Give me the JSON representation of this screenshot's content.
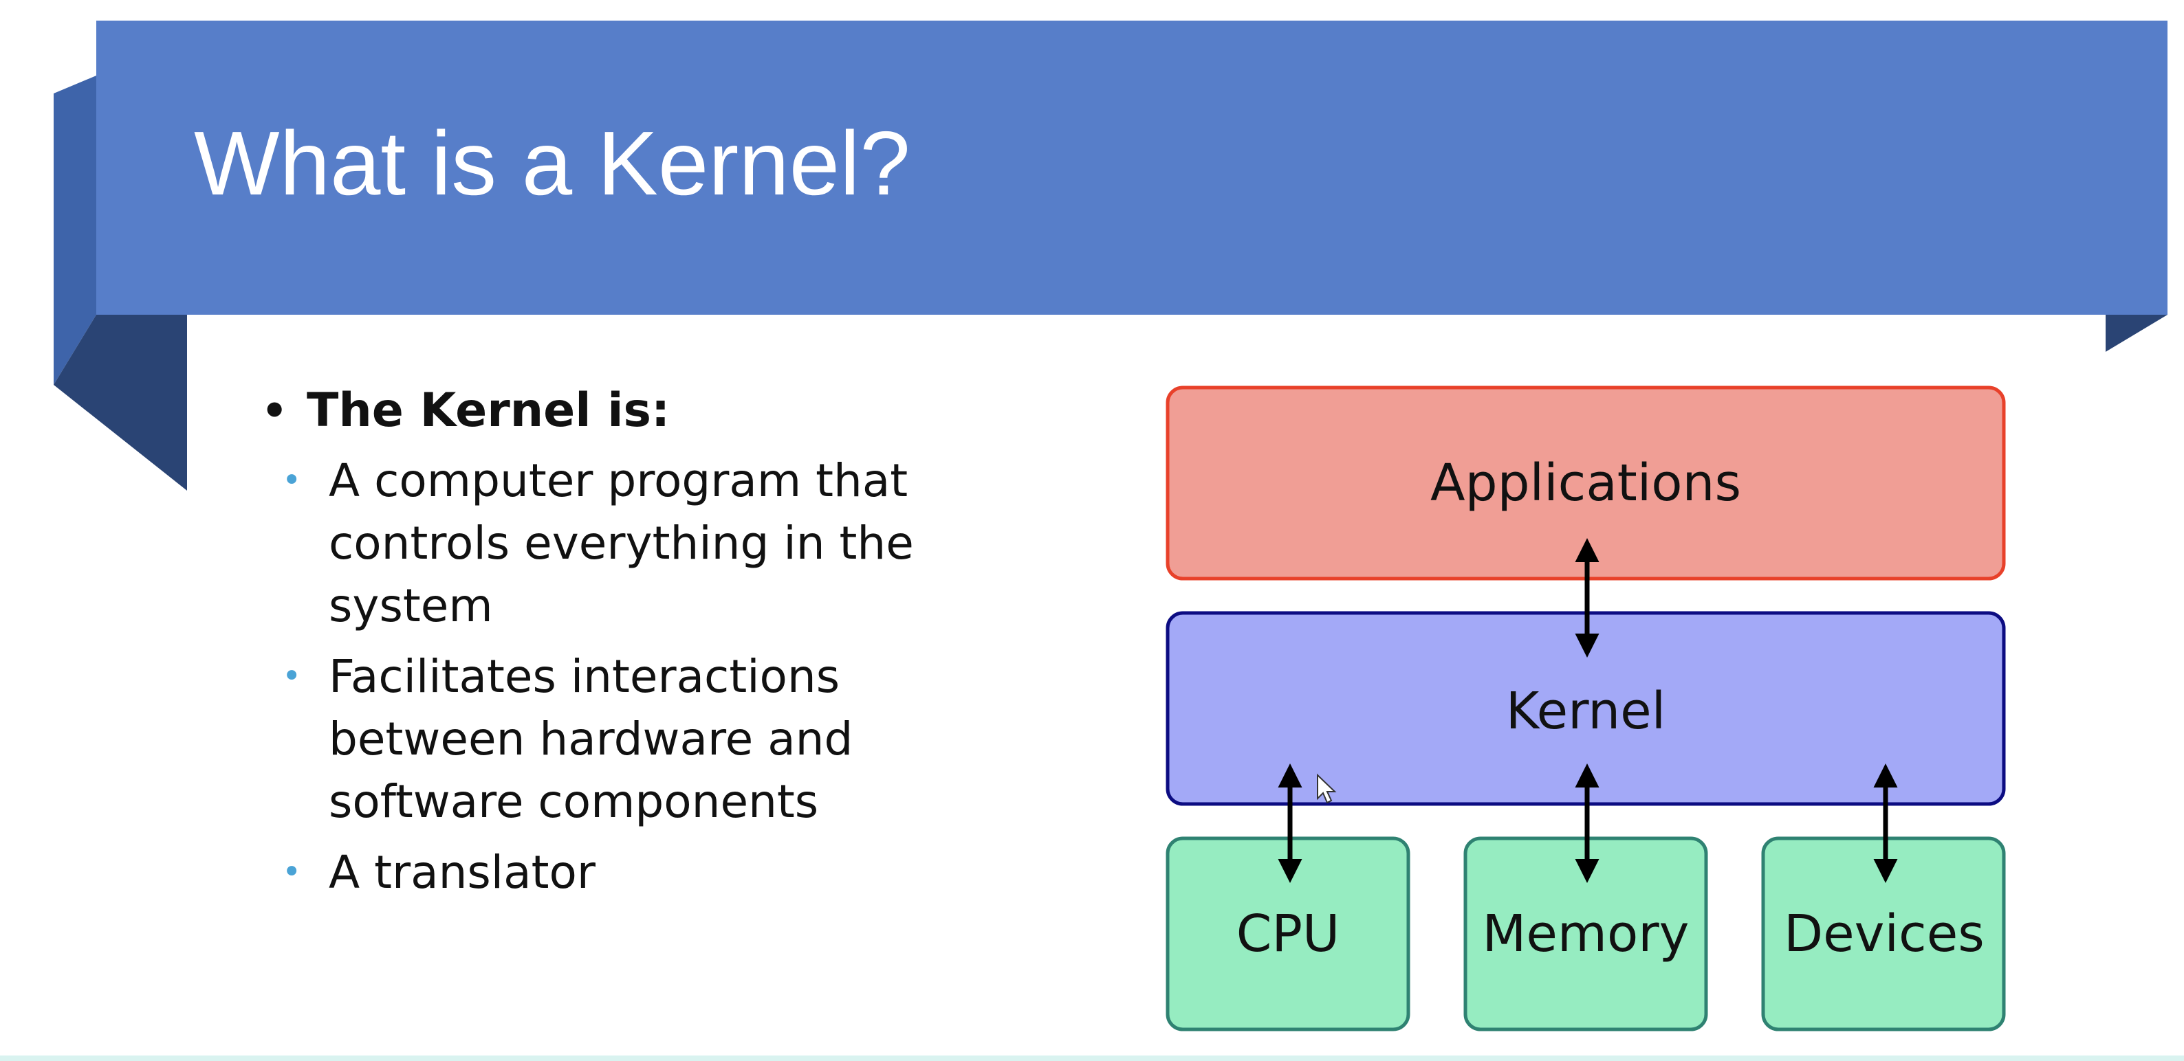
{
  "slide": {
    "title": "What is a Kernel?",
    "bullets": {
      "heading": "The Kernel is:",
      "items": [
        "A computer program that controls everything in the system",
        "Facilitates interactions between hardware and software components",
        "A translator"
      ]
    }
  },
  "diagram": {
    "layers": {
      "applications": "Applications",
      "kernel": "Kernel",
      "hardware": [
        "CPU",
        "Memory",
        "Devices"
      ]
    },
    "colors": {
      "banner": "#577ec9",
      "applications_fill": "#f09e95",
      "applications_border": "#e8412a",
      "kernel_fill": "#a3a9f7",
      "kernel_border": "#0c0c82",
      "hardware_fill": "#96ecc1",
      "hardware_border": "#2f8272"
    }
  }
}
